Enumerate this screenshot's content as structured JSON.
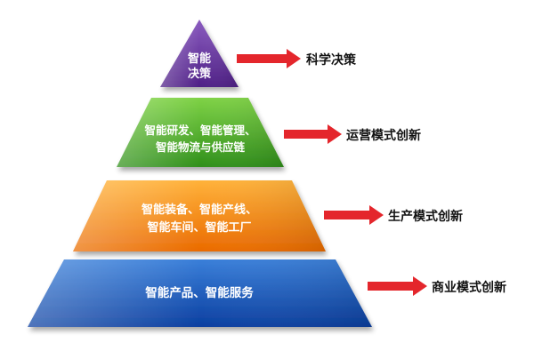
{
  "tiers": [
    {
      "lines": [
        "智能",
        "决策"
      ],
      "color": "purple",
      "arrow_label": "科学决策"
    },
    {
      "lines": [
        "智能研发、智能管理、",
        "智能物流与供应链"
      ],
      "color": "green",
      "arrow_label": "运营模式创新"
    },
    {
      "lines": [
        "智能装备、智能产线、",
        "智能车间、智能工厂"
      ],
      "color": "orange",
      "arrow_label": "生产模式创新"
    },
    {
      "lines": [
        "智能产品、智能服务"
      ],
      "color": "blue",
      "arrow_label": "商业模式创新"
    }
  ],
  "colors": {
    "purple_top": "#8a5bbf",
    "purple_bottom": "#4e1f86",
    "green_top": "#7fd246",
    "green_bottom": "#2f8f1a",
    "orange_top": "#ffb23a",
    "orange_bottom": "#ea6a00",
    "blue_top": "#3a7fd9",
    "blue_bottom": "#0b3fa0",
    "arrow": "#e4262c",
    "label_text": "#111111",
    "tier_text": "#ffffff"
  }
}
